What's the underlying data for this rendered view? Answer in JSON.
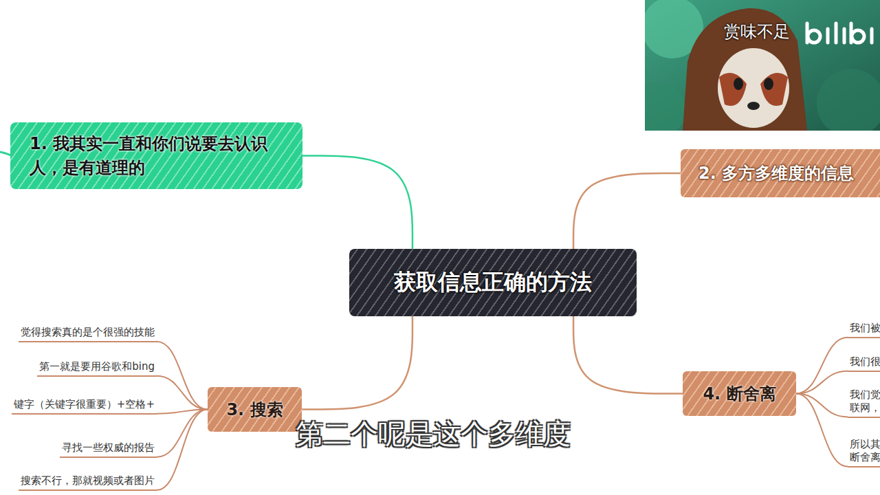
{
  "diagram": {
    "nodes": [
      {
        "text": [
          "获取信息正确的方法"
        ]
      },
      {
        "text": [
          "1. 我其实一直和你们说要去认识 人，是有道理的"
        ]
      },
      {
        "text": [
          "2. 多方多维度的信息"
        ]
      },
      {
        "text": [
          "3. 搜索"
        ]
      },
      {
        "text": [
          "觉得搜索真的是个很强的技能"
        ]
      },
      {
        "text": [
          "第一就是要用谷歌和bing"
        ]
      },
      {
        "text": [
          "键字（关键字很重要）+空格+"
        ]
      },
      {
        "text": [
          "寻找一些权威的报告"
        ]
      },
      {
        "text": [
          "搜索不行，那就视频或者图片"
        ]
      },
      {
        "text": [
          "4. 断舍离"
        ]
      },
      {
        "text": [
          "我们被"
        ]
      },
      {
        "text": [
          "我们很"
        ]
      },
      {
        "text": [
          "我们觉 联网，"
        ]
      },
      {
        "text": [
          "所以其 断舍离"
        ]
      }
    ],
    "edges": [
      {
        "from": 0,
        "to": 1,
        "arrow": "none"
      },
      {
        "from": 0,
        "to": 2,
        "arrow": "none"
      },
      {
        "from": 0,
        "to": 3,
        "arrow": "none"
      },
      {
        "from": 3,
        "to": 4,
        "arrow": "none"
      },
      {
        "from": 3,
        "to": 5,
        "arrow": "none"
      },
      {
        "from": 3,
        "to": 6,
        "arrow": "none"
      },
      {
        "from": 3,
        "to": 7,
        "arrow": "none"
      },
      {
        "from": 3,
        "to": 8,
        "arrow": "none"
      },
      {
        "from": 0,
        "to": 9,
        "arrow": "none"
      },
      {
        "from": 9,
        "to": 10,
        "arrow": "none"
      },
      {
        "from": 9,
        "to": 11,
        "arrow": "none"
      },
      {
        "from": 9,
        "to": 12,
        "arrow": "none"
      },
      {
        "from": 9,
        "to": 13,
        "arrow": "none"
      }
    ],
    "labels": [
      "第二个呢是这个多维度",
      "赏味不足"
    ]
  }
}
